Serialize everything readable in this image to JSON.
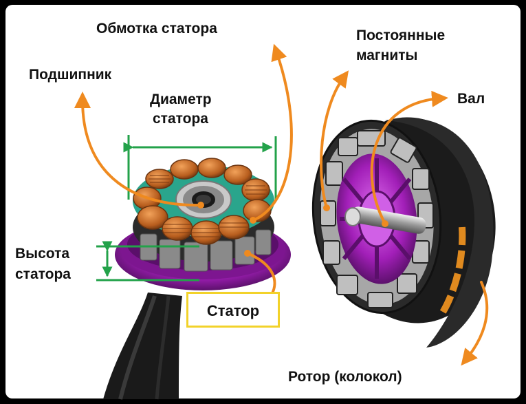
{
  "labels": {
    "stator_winding": "Обмотка статора",
    "bearing": "Подшипник",
    "stator_diameter_line1": "Диаметр",
    "stator_diameter_line2": "статора",
    "permanent_magnets_line1": "Постоянные",
    "permanent_magnets_line2": "магниты",
    "shaft": "Вал",
    "stator_height_line1": "Высота",
    "stator_height_line2": "статора",
    "stator": "Статор",
    "rotor": "Ротор (колокол)"
  },
  "colors": {
    "arrow_orange": "#ef8a1f",
    "dimension_green": "#23a24a",
    "highlight_yellow": "#f2d22a",
    "rotor_purple": "#a21fb8",
    "copper": "#c8702a",
    "stator_teal": "#2aa58c"
  }
}
